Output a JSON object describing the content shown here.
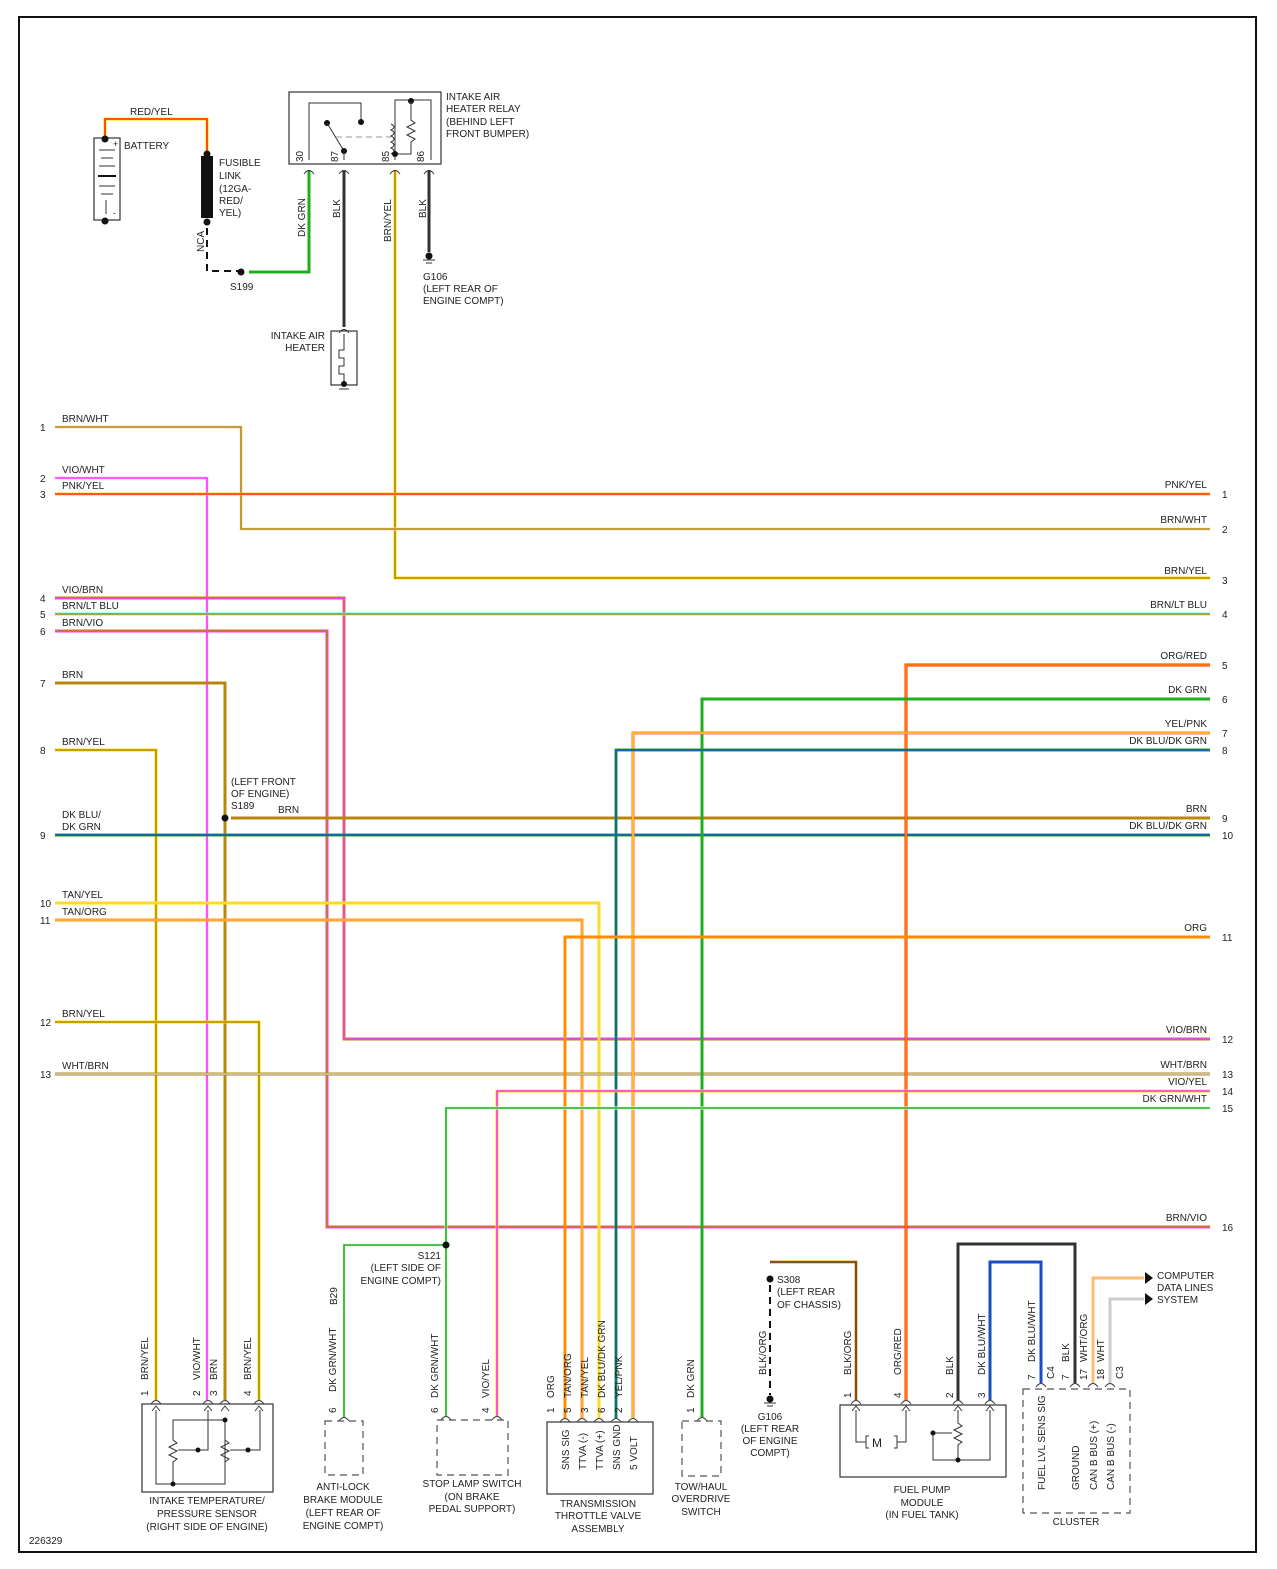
{
  "diagram_id": "226329",
  "colors": {
    "RED/YEL": [
      "#ff2a00",
      "#ffe000"
    ],
    "DK GRN": [
      "#1fae1f",
      "#1fae1f"
    ],
    "BLK": [
      "#333333",
      "#333333"
    ],
    "BRN/YEL": [
      "#b8860b",
      "#ffe000"
    ],
    "BRN/WHT": [
      "#b8860b",
      "#f0e0c0"
    ],
    "VIO/WHT": [
      "#ff33ff",
      "#ffccff"
    ],
    "PNK/YEL": [
      "#ff3333",
      "#ffd000"
    ],
    "VIO/BRN": [
      "#ff33ff",
      "#b8860b"
    ],
    "BRN/LT BLU": [
      "#b8860b",
      "#66ffee"
    ],
    "BRN/VIO": [
      "#b8860b",
      "#ff33ff"
    ],
    "BRN": [
      "#b8860b",
      "#b8860b"
    ],
    "DK BLU/DK GRN": [
      "#1a4fc0",
      "#1fae1f"
    ],
    "TAN/YEL": [
      "#ffd34d",
      "#ffe000"
    ],
    "TAN/ORG": [
      "#ffaa55",
      "#ff9900"
    ],
    "WHT/BRN": [
      "#cccccc",
      "#b8860b"
    ],
    "VIO/YEL": [
      "#ff33ff",
      "#ffe000"
    ],
    "DK GRN/WHT": [
      "#1fae1f",
      "#e0ffe0"
    ],
    "ORG/RED": [
      "#ff8c00",
      "#ff2a00"
    ],
    "YEL/PNK": [
      "#ffd000",
      "#ff6666"
    ],
    "ORG": [
      "#ff8c00",
      "#ff8c00"
    ],
    "BLK/ORG": [
      "#444444",
      "#ff9900"
    ],
    "DK BLU/WHT": [
      "#1a4fc0",
      "#1a4fc0"
    ],
    "WHT/ORG": [
      "#ffbb77",
      "#ffbb77"
    ],
    "WHT": [
      "#cccccc",
      "#cccccc"
    ]
  },
  "top": {
    "battery_label": "BATTERY",
    "battery_wire": "RED/YEL",
    "fusible_link": [
      "FUSIBLE",
      "LINK",
      "(12GA-",
      "RED/",
      "YEL)"
    ],
    "nca_label": "NCA",
    "s199_label": "S199",
    "relay_label": [
      "INTAKE AIR",
      "HEATER RELAY",
      "(BEHIND LEFT",
      "FRONT BUMPER)"
    ],
    "relay_pins": [
      "30",
      "87",
      "85",
      "86"
    ],
    "relay_wires": [
      "DK GRN",
      "BLK",
      "BRN/YEL",
      "BLK"
    ],
    "heater_label": [
      "INTAKE AIR",
      "HEATER"
    ],
    "g106_label": [
      "G106",
      "(LEFT REAR OF",
      "ENGINE COMPT)"
    ]
  },
  "left_connector": [
    {
      "pin": "1",
      "wire": "BRN/WHT"
    },
    {
      "pin": "2",
      "wire": "VIO/WHT"
    },
    {
      "pin": "3",
      "wire": "PNK/YEL"
    },
    {
      "pin": "4",
      "wire": "VIO/BRN"
    },
    {
      "pin": "5",
      "wire": "BRN/LT BLU"
    },
    {
      "pin": "6",
      "wire": "BRN/VIO"
    },
    {
      "pin": "7",
      "wire": "BRN"
    },
    {
      "pin": "8",
      "wire": "BRN/YEL"
    },
    {
      "pin": "9",
      "wire": "DK BLU/\nDK GRN"
    },
    {
      "pin": "10",
      "wire": "TAN/YEL"
    },
    {
      "pin": "11",
      "wire": "TAN/ORG"
    },
    {
      "pin": "12",
      "wire": "BRN/YEL"
    },
    {
      "pin": "13",
      "wire": "WHT/BRN"
    }
  ],
  "right_connector": [
    {
      "pin": "1",
      "wire": "PNK/YEL"
    },
    {
      "pin": "2",
      "wire": "BRN/WHT"
    },
    {
      "pin": "3",
      "wire": "BRN/YEL"
    },
    {
      "pin": "4",
      "wire": "BRN/LT BLU"
    },
    {
      "pin": "5",
      "wire": "ORG/RED"
    },
    {
      "pin": "6",
      "wire": "DK GRN"
    },
    {
      "pin": "7",
      "wire": "YEL/PNK"
    },
    {
      "pin": "8",
      "wire": "DK BLU/DK GRN"
    },
    {
      "pin": "9",
      "wire": "BRN"
    },
    {
      "pin": "10",
      "wire": "DK BLU/DK GRN"
    },
    {
      "pin": "11",
      "wire": "ORG"
    },
    {
      "pin": "12",
      "wire": "VIO/BRN"
    },
    {
      "pin": "13",
      "wire": "WHT/BRN"
    },
    {
      "pin": "14",
      "wire": "VIO/YEL"
    },
    {
      "pin": "15",
      "wire": "DK GRN/WHT"
    },
    {
      "pin": "16",
      "wire": "BRN/VIO"
    }
  ],
  "splices": {
    "s189": [
      "(LEFT FRONT",
      "OF ENGINE)",
      "S189"
    ],
    "s189_wire": "BRN",
    "s121": [
      "S121",
      "(LEFT SIDE OF",
      "ENGINE COMPT)"
    ],
    "s308": [
      "S308",
      "(LEFT REAR",
      "OF CHASSIS)"
    ]
  },
  "components": {
    "itp_sensor": {
      "label": [
        "INTAKE TEMPERATURE/",
        "PRESSURE SENSOR",
        "(RIGHT SIDE OF ENGINE)"
      ],
      "pins": [
        {
          "pin": "1",
          "wire": "BRN/YEL"
        },
        {
          "pin": "2",
          "wire": "VIO/WHT"
        },
        {
          "pin": "3",
          "wire": "BRN"
        },
        {
          "pin": "4",
          "wire": "BRN/YEL"
        }
      ]
    },
    "abs_module": {
      "label": [
        "ANTI-LOCK",
        "BRAKE MODULE",
        "(LEFT REAR OF",
        "ENGINE COMPT)"
      ],
      "connector": "B29",
      "pins": [
        {
          "pin": "6",
          "wire": "DK GRN/WHT"
        }
      ]
    },
    "stop_lamp": {
      "label": [
        "STOP LAMP SWITCH",
        "(ON BRAKE",
        "PEDAL SUPPORT)"
      ],
      "pins": [
        {
          "pin": "6",
          "wire": "DK GRN/WHT"
        },
        {
          "pin": "4",
          "wire": "VIO/YEL"
        }
      ]
    },
    "ttva": {
      "label": [
        "TRANSMISSION",
        "THROTTLE VALVE",
        "ASSEMBLY"
      ],
      "pins": [
        {
          "pin": "1",
          "wire": "ORG",
          "func": "SNS SIG"
        },
        {
          "pin": "5",
          "wire": "TAN/ORG",
          "func": "TTVA (-)"
        },
        {
          "pin": "3",
          "wire": "TAN/YEL",
          "func": "TTVA (+)"
        },
        {
          "pin": "6",
          "wire": "DK BLU/DK GRN",
          "func": "SNS GND"
        },
        {
          "pin": "2",
          "wire": "YEL/PNK",
          "func": "5 VOLT"
        }
      ]
    },
    "tow_haul": {
      "label": [
        "TOW/HAUL",
        "OVERDRIVE",
        "SWITCH"
      ],
      "pins": [
        {
          "pin": "1",
          "wire": "DK GRN"
        }
      ]
    },
    "g106_lower": {
      "label": [
        "G106",
        "(LEFT REAR",
        "OF ENGINE",
        "COMPT)"
      ],
      "wire": "BLK/ORG"
    },
    "fuel_pump": {
      "label": [
        "FUEL PUMP",
        "MODULE",
        "(IN FUEL TANK)"
      ],
      "motor": "M",
      "pins": [
        {
          "pin": "1",
          "wire": "BLK/ORG"
        },
        {
          "pin": "4",
          "wire": "ORG/RED"
        },
        {
          "pin": "2",
          "wire": "BLK"
        },
        {
          "pin": "3",
          "wire": "DK BLU/WHT"
        }
      ]
    },
    "cluster": {
      "label": "CLUSTER",
      "connectors": [
        "C4",
        "C3"
      ],
      "pins": [
        {
          "pin": "7",
          "wire": "DK BLU/WHT",
          "func": "FUEL LVL SENS SIG"
        },
        {
          "pin": "7",
          "wire": "BLK",
          "func": "GROUND"
        },
        {
          "pin": "17",
          "wire": "WHT/ORG",
          "func": "CAN B BUS (+)"
        },
        {
          "pin": "18",
          "wire": "WHT",
          "func": "CAN B BUS (-)"
        }
      ]
    },
    "data_lines": [
      "COMPUTER",
      "DATA LINES",
      "SYSTEM"
    ]
  }
}
